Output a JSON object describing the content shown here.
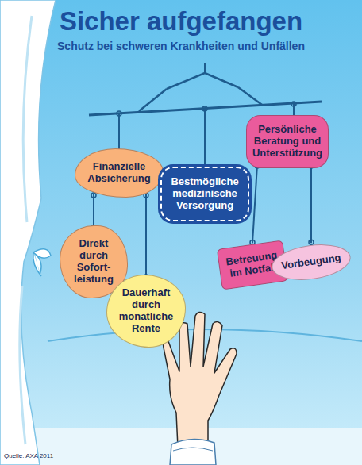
{
  "diagram": {
    "title": "Sicher aufgefangen",
    "nodes": [
      {
        "text": [
          "Finanzielle Absicherung"
        ]
      },
      {
        "text": [
          "Bestmögliche medizinische Versorgung"
        ]
      },
      {
        "text": [
          "Persönliche Beratung und Unterstützung"
        ]
      },
      {
        "text": [
          "Direkt durch Sofort- leistung"
        ]
      },
      {
        "text": [
          "Dauerhaft durch monatliche Rente"
        ]
      },
      {
        "text": [
          "Betreuung im Notfall"
        ]
      },
      {
        "text": [
          "Vorbeugung"
        ]
      }
    ],
    "edges": [
      {
        "from": 0,
        "to": 3,
        "arrow": "none"
      },
      {
        "from": 0,
        "to": 4,
        "arrow": "none"
      },
      {
        "from": 2,
        "to": 5,
        "arrow": "none"
      },
      {
        "from": 2,
        "to": 6,
        "arrow": "none"
      }
    ],
    "labels": [
      "Schutz bei schweren Krankheiten und Unfällen",
      "Quelle: AXA 2011"
    ]
  }
}
